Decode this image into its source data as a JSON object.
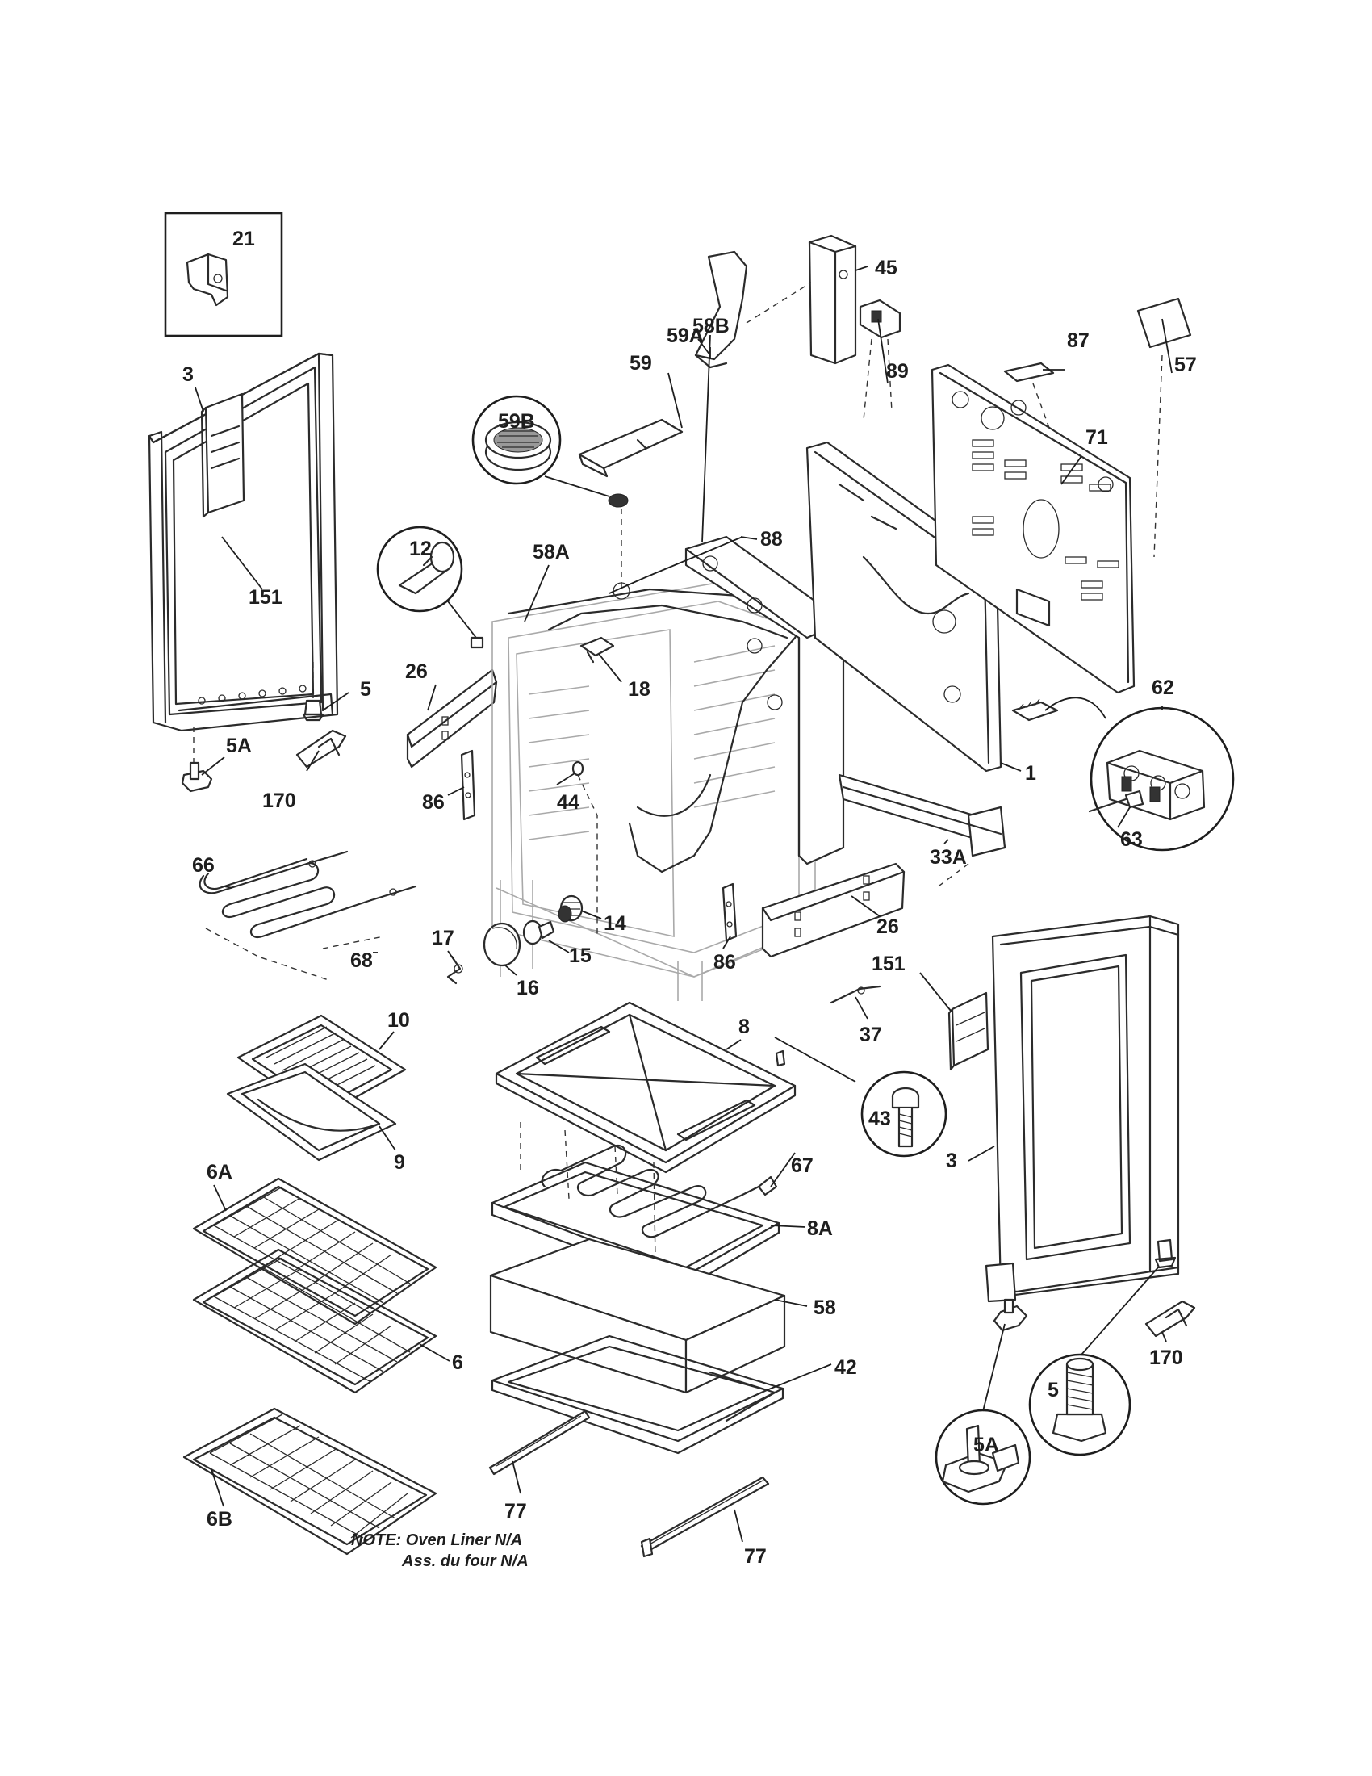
{
  "callouts": {
    "c21": "21",
    "c3_left": "3",
    "c151_left": "151",
    "c5_left": "5",
    "c5a_left": "5A",
    "c170_left": "170",
    "c12": "12",
    "c26_left": "26",
    "c86_left": "86",
    "c44": "44",
    "c58a": "58A",
    "c18": "18",
    "c59b": "59B",
    "c59": "59",
    "c59a": "59A",
    "c45": "45",
    "c58b": "58B",
    "c88": "88",
    "c89": "89",
    "c87": "87",
    "c71": "71",
    "c57": "57",
    "c1": "1",
    "c62": "62",
    "c63": "63",
    "c33a": "33A",
    "c26_right": "26",
    "c86_right": "86",
    "c66": "66",
    "c68": "68",
    "c17": "17",
    "c16": "16",
    "c15": "15",
    "c14": "14",
    "c10": "10",
    "c9": "9",
    "c8": "8",
    "c43": "43",
    "c67": "67",
    "c8a": "8A",
    "c58": "58",
    "c42": "42",
    "c77_left": "77",
    "c77_right": "77",
    "c6a": "6A",
    "c6": "6",
    "c6b": "6B",
    "c151_right": "151",
    "c37": "37",
    "c3_right": "3",
    "c5a_right": "5A",
    "c5_right": "5",
    "c170_right": "170"
  },
  "note": {
    "line1": "NOTE: Oven Liner N/A",
    "line2": "Ass. du four N/A"
  }
}
